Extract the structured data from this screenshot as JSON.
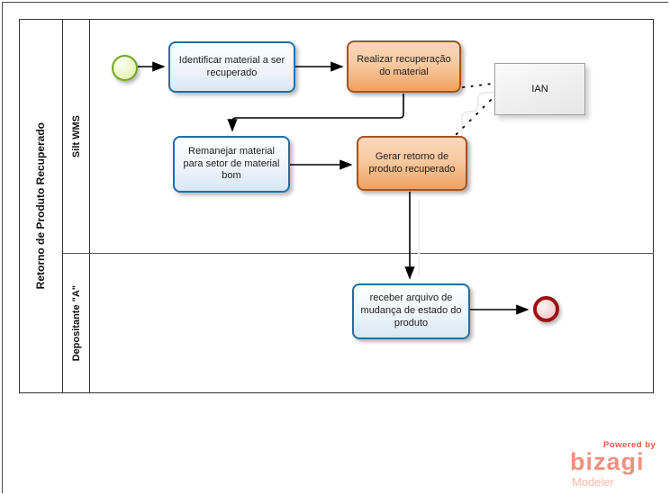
{
  "pool": {
    "title": "Retorno de Produto Recuperado"
  },
  "lanes": [
    {
      "label": "Silt WMS"
    },
    {
      "label": "Depositante \"A\""
    }
  ],
  "nodes": {
    "task_identificar": {
      "label": "Identificar material a ser recuperado"
    },
    "task_realizar": {
      "label": "Realizar recuperação do material"
    },
    "task_remanejar": {
      "label": "Remanejar material para setor de material bom"
    },
    "task_gerar": {
      "label": "Gerar retorno de produto recuperado"
    },
    "task_receber": {
      "label": "receber arquivo de mudança de estado do produto"
    },
    "artifact_ian": {
      "label": "IAN"
    }
  },
  "events": {
    "start": {
      "name": "start-event",
      "border_color": "#71A722",
      "fill_color": "#E6F4B8"
    },
    "end": {
      "name": "end-event",
      "border_color": "#9B1313",
      "fill_color": "#F4CACA"
    }
  },
  "colors": {
    "task_blue_border": "#1D6FA6",
    "task_blue_fill": "#D9E7F3",
    "task_orange_border": "#A5531E",
    "task_orange_fill": "#EFA262",
    "artifact_border": "#9E9E9E",
    "pool_border": "#333333",
    "brand_red": "#E1544A",
    "brand_salmon": "#F0907F",
    "brand_light_salmon": "#F6B9A9"
  },
  "branding": {
    "powered_by": "Powered by",
    "brand": "bizagi",
    "product": "Modeler"
  }
}
